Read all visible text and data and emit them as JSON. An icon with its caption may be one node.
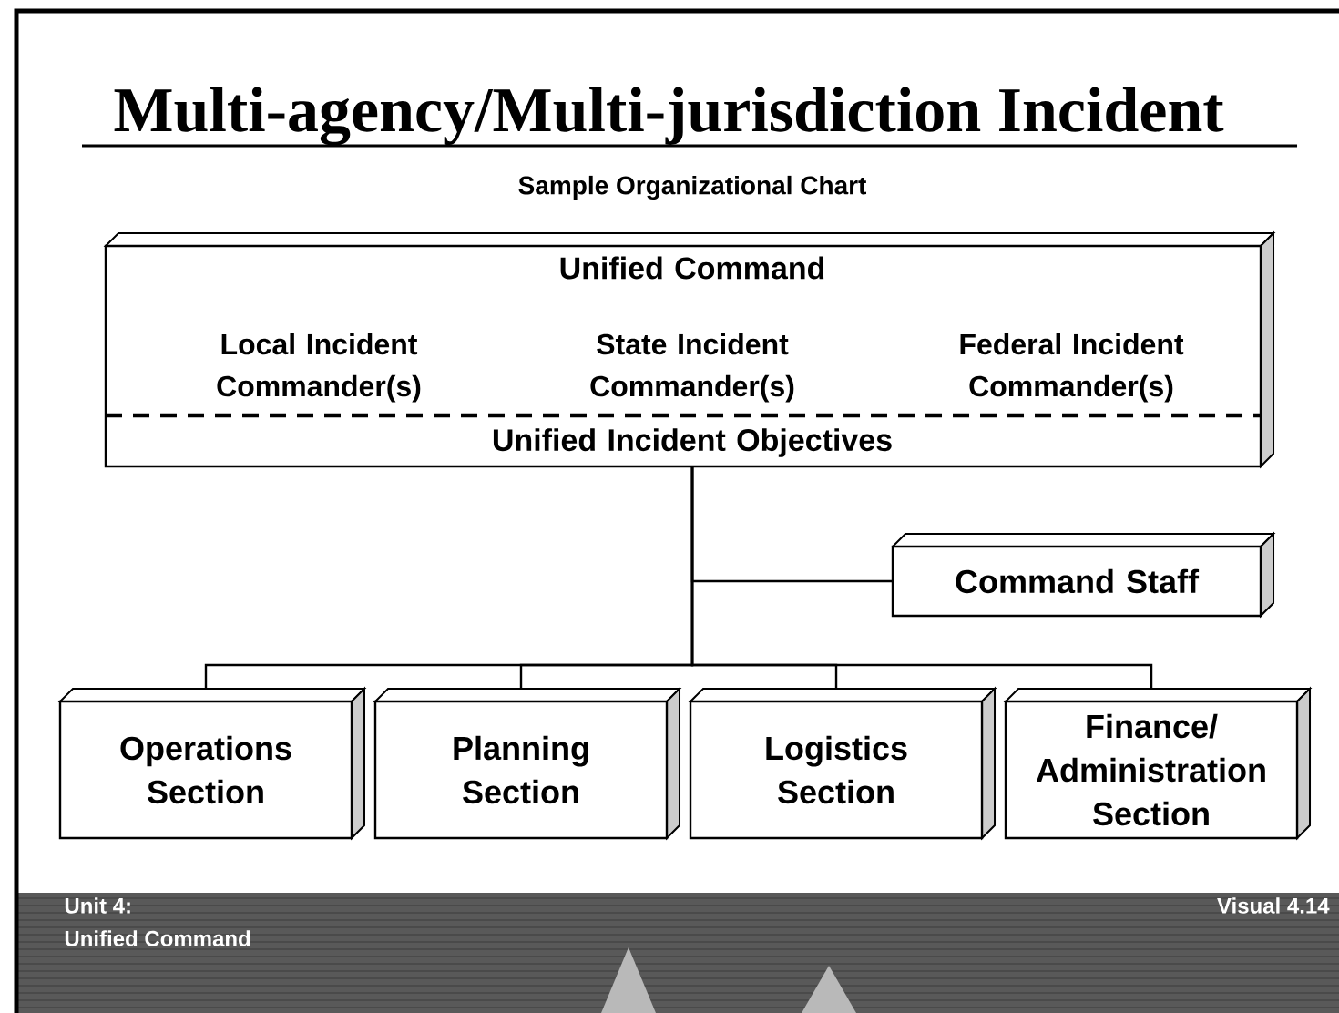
{
  "diagram": {
    "title": "Multi-agency/Multi-jurisdiction  Incident",
    "nodes": [
      {
        "text": [
          "Unified Command",
          "Local Incident Commander(s)",
          "State Incident Commander(s)",
          "Federal Incident Commander(s)",
          "Unified Incident Objectives"
        ]
      },
      {
        "text": [
          "Command Staff"
        ]
      },
      {
        "text": [
          "Operations Section"
        ]
      },
      {
        "text": [
          "Planning Section"
        ]
      },
      {
        "text": [
          "Logistics Section"
        ]
      },
      {
        "text": [
          "Finance/ Administration Section"
        ]
      }
    ],
    "edges": [
      {
        "from": 0,
        "to": 1,
        "arrow": "none"
      },
      {
        "from": 0,
        "to": 2,
        "arrow": "none"
      },
      {
        "from": 0,
        "to": 3,
        "arrow": "none"
      },
      {
        "from": 0,
        "to": 4,
        "arrow": "none"
      },
      {
        "from": 0,
        "to": 5,
        "arrow": "none"
      }
    ],
    "labels": [
      "Sample Organizational Chart",
      "Unit 4:",
      "Unified Command",
      "Visual 4.14"
    ]
  }
}
